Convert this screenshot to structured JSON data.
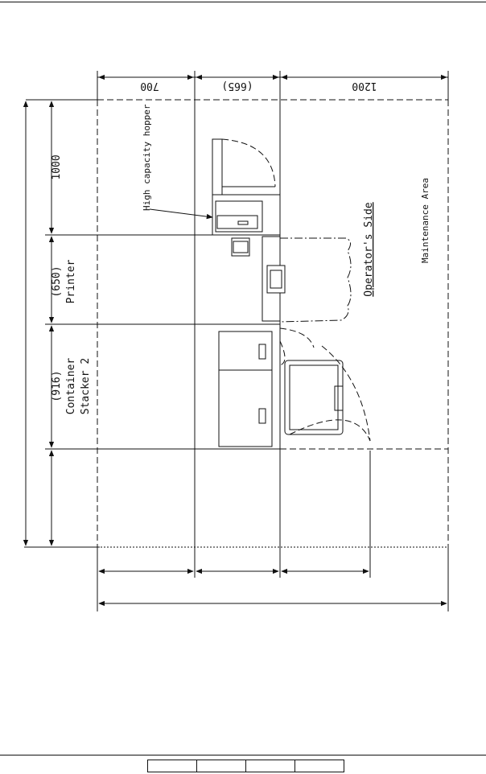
{
  "dimensions": {
    "top": [
      "700",
      "(665)",
      "1200"
    ],
    "left": [
      "1000",
      "(650)",
      "(916)"
    ]
  },
  "units": {
    "printer": [
      "(650)",
      "Printer"
    ],
    "container": [
      "(916)",
      "Container",
      "Stacker 2"
    ]
  },
  "labels": {
    "hopper": "High capacity hopper",
    "operator_side": "Operator's Side",
    "maintenance_area": "Maintenance Area"
  }
}
